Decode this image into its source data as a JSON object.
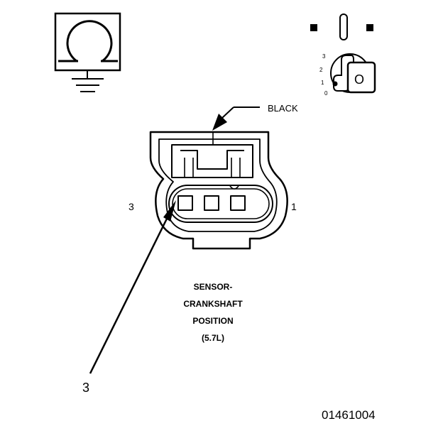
{
  "connector_color_label": "BLACK",
  "pin_labels": {
    "left": "3",
    "right": "1"
  },
  "callout_number": "3",
  "component_title_lines": [
    "SENSOR-",
    "CRANKSHAFT",
    "POSITION",
    "(5.7L)"
  ],
  "ignition_positions": [
    "3",
    "2",
    "1",
    "0"
  ],
  "ignition_key_label": "O",
  "figure_id": "01461004",
  "icons": {
    "ohmmeter": "ohm-ground-icon",
    "ignition": "ignition-switch-icon"
  }
}
